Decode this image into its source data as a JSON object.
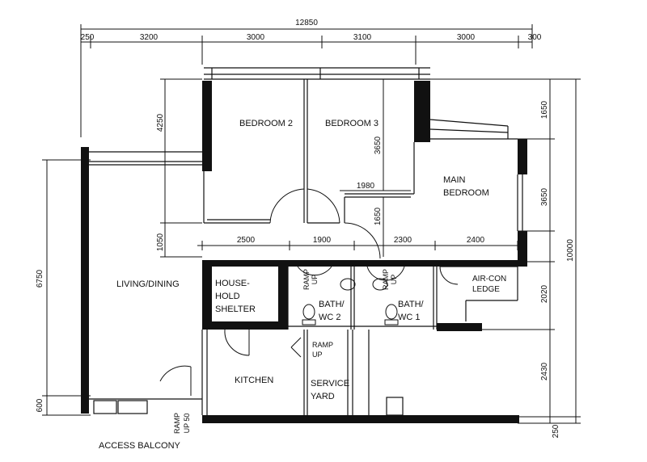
{
  "overall": {
    "width": "12850",
    "height": "10000"
  },
  "top_dims": [
    "250",
    "3200",
    "3000",
    "3100",
    "3000",
    "300"
  ],
  "mid_dims": [
    "2500",
    "1900",
    "2300",
    "2400"
  ],
  "inner_dims": {
    "d1980": "1980"
  },
  "left_dims": {
    "d4250": "4250",
    "d1050": "1050",
    "d6750": "6750",
    "d600": "600"
  },
  "right_dims": {
    "d1650": "1650",
    "d3650": "3650",
    "d2020": "2020",
    "d2430": "2430",
    "d250": "250"
  },
  "center_dims": {
    "d3650": "3650",
    "d1650": "1650"
  },
  "rooms": {
    "bedroom2": "BEDROOM 2",
    "bedroom3": "BEDROOM 3",
    "main_bedroom_1": "MAIN",
    "main_bedroom_2": "BEDROOM",
    "living": "LIVING/DINING",
    "shelter_1": "HOUSE-",
    "shelter_2": "HOLD",
    "shelter_3": "SHELTER",
    "bath2_1": "BATH/",
    "bath2_2": "WC 2",
    "bath1_1": "BATH/",
    "bath1_2": "WC 1",
    "aircon_1": "AIR-CON",
    "aircon_2": "LEDGE",
    "kitchen": "KITCHEN",
    "service_1": "SERVICE",
    "service_2": "YARD",
    "balcony": "ACCESS BALCONY"
  },
  "ramps": {
    "r1_1": "RAMP",
    "r1_2": "UP",
    "r2_1": "RAMP",
    "r2_2": "UP",
    "r3_1": "RAMP",
    "r3_2": "UP",
    "r4_1": "RAMP",
    "r4_2": "UP 50"
  }
}
